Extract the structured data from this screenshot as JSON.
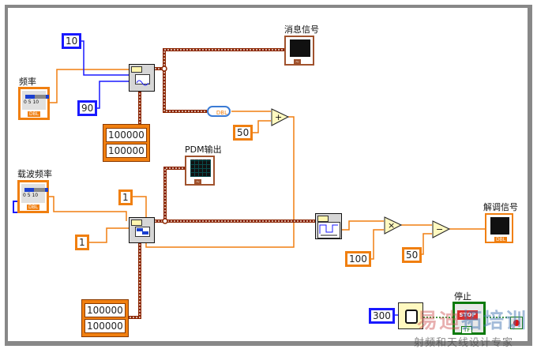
{
  "diagram": {
    "controls": {
      "frequency": {
        "label": "频率",
        "type": "DBL",
        "scale": [
          "0",
          "5",
          "10"
        ]
      },
      "carrier_frequency": {
        "label": "载波频率",
        "type": "DBL",
        "scale": [
          "0",
          "5",
          "10"
        ]
      },
      "stop": {
        "label": "停止",
        "button_text": "STOP",
        "type": "TF"
      }
    },
    "indicators": {
      "message_signal": {
        "label": "消息信号"
      },
      "pdm_output": {
        "label": "PDM输出"
      },
      "demod_signal": {
        "label": "解调信号",
        "type": "DBL"
      }
    },
    "constants": {
      "c10": "10",
      "c90": "90",
      "c50_add": "50",
      "c1_top": "1",
      "c1_left": "1",
      "c100": "100",
      "c50_sub": "50",
      "c300": "300",
      "sine_array": [
        "100000",
        "100000"
      ],
      "square_array": [
        "100000",
        "100000"
      ]
    },
    "nodes": {
      "convert": "DBL",
      "add": "+",
      "multiply": "×",
      "subtract": "−"
    },
    "watermark": {
      "line1_red": "易迪",
      "line1_blue": "拓培训",
      "line2": "射频和天线设计专家"
    }
  }
}
